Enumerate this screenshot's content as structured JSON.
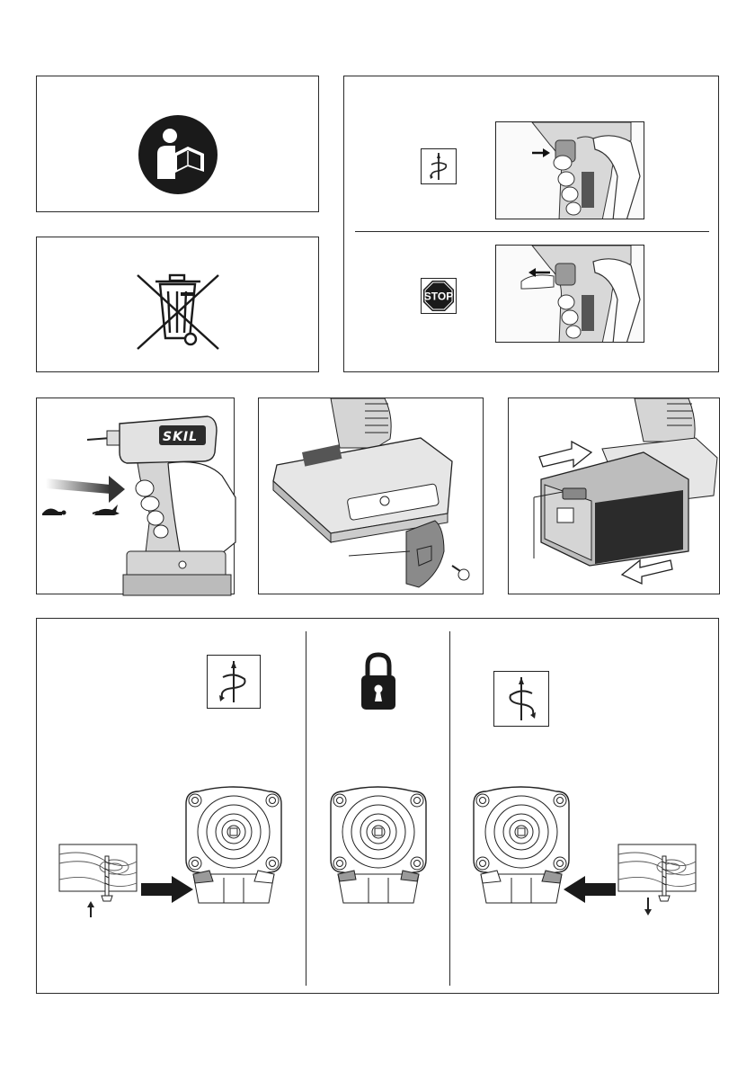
{
  "panels": {
    "fig3": {
      "brand": "SKIL"
    },
    "fig5": {
      "brand": "SKIL"
    }
  },
  "fig2": {
    "stop_label": "STOP"
  },
  "icons": {
    "manual": "read-manual-icon",
    "weee": "crossed-out-bin-icon",
    "forward": "rotation-forward-icon",
    "stop": "stop-sign-icon",
    "lock": "padlock-icon",
    "reverse": "rotation-reverse-icon",
    "turtle": "turtle-slow-icon",
    "rabbit": "rabbit-fast-icon"
  },
  "colors": {
    "line": "#1a1a1a",
    "grey": "#9a9a9a",
    "dark": "#2b2b2b"
  }
}
